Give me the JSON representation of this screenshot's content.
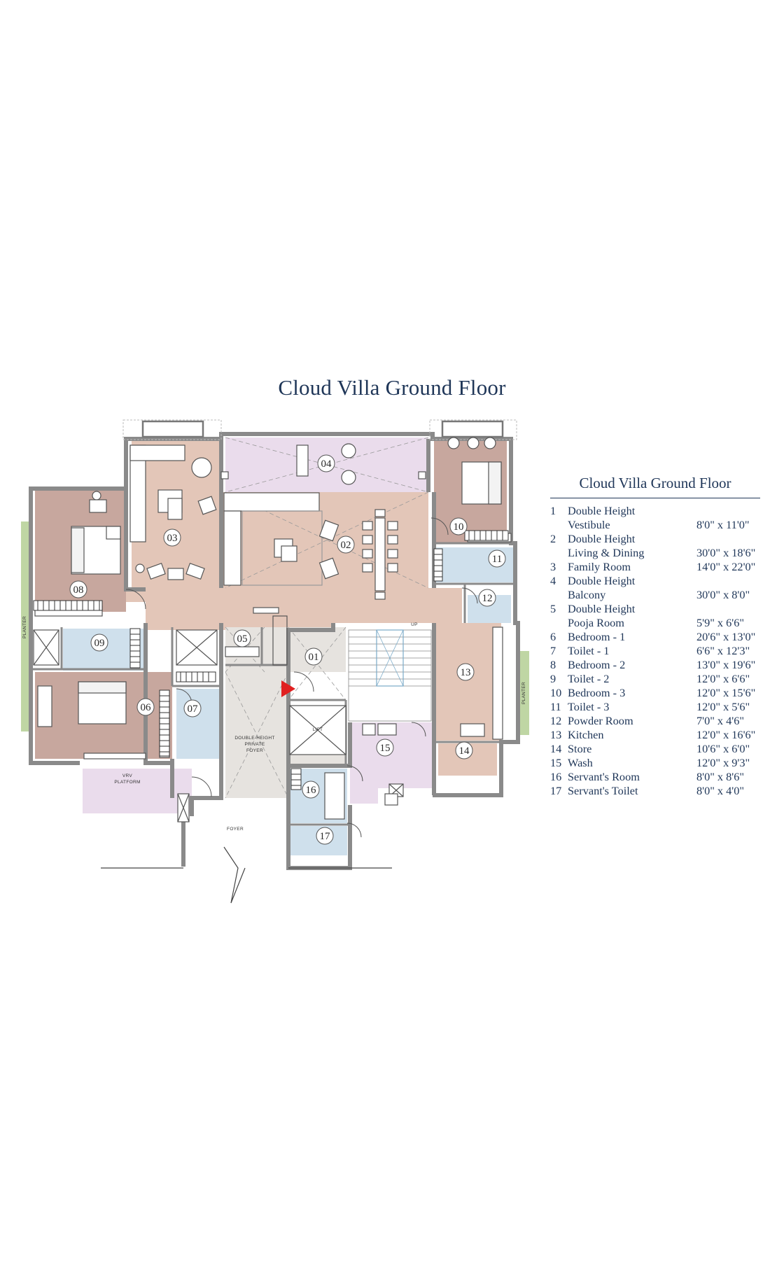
{
  "title": "Cloud Villa Ground Floor",
  "legend": {
    "heading": "Cloud Villa Ground Floor",
    "rooms": [
      {
        "num": "1",
        "line1": "Double Height",
        "line2": "Vestibule",
        "size": "8'0\" x 11'0\""
      },
      {
        "num": "2",
        "line1": "Double Height",
        "line2": "Living & Dining",
        "size": "30'0\" x 18'6\""
      },
      {
        "num": "3",
        "line1": "Family Room",
        "line2": "",
        "size": "14'0\" x 22'0\""
      },
      {
        "num": "4",
        "line1": "Double Height",
        "line2": "Balcony",
        "size": "30'0\" x 8'0\""
      },
      {
        "num": "5",
        "line1": "Double Height",
        "line2": "Pooja Room",
        "size": "5'9\" x 6'6\""
      },
      {
        "num": "6",
        "line1": "Bedroom - 1",
        "line2": "",
        "size": "20'6\" x 13'0\""
      },
      {
        "num": "7",
        "line1": "Toilet - 1",
        "line2": "",
        "size": "6'6\" x 12'3\""
      },
      {
        "num": "8",
        "line1": "Bedroom - 2",
        "line2": "",
        "size": "13'0\" x 19'6\""
      },
      {
        "num": "9",
        "line1": "Toilet - 2",
        "line2": "",
        "size": "12'0\" x 6'6\""
      },
      {
        "num": "10",
        "line1": "Bedroom - 3",
        "line2": "",
        "size": "12'0\" x 15'6\""
      },
      {
        "num": "11",
        "line1": "Toilet - 3",
        "line2": "",
        "size": "12'0\" x 5'6\""
      },
      {
        "num": "12",
        "line1": "Powder Room",
        "line2": "",
        "size": "7'0\" x 4'6\""
      },
      {
        "num": "13",
        "line1": "Kitchen",
        "line2": "",
        "size": "12'0\" x 16'6\""
      },
      {
        "num": "14",
        "line1": "Store",
        "line2": "",
        "size": "10'6\" x 6'0\""
      },
      {
        "num": "15",
        "line1": "Wash",
        "line2": "",
        "size": "12'0\" x 9'3\""
      },
      {
        "num": "16",
        "line1": "Servant's Room",
        "line2": "",
        "size": "8'0\" x 8'6\""
      },
      {
        "num": "17",
        "line1": "Servant's Toilet",
        "line2": "",
        "size": "8'0\" x 4'0\""
      }
    ]
  },
  "plan": {
    "room_tags": {
      "r01": "01",
      "r02": "02",
      "r03": "03",
      "r04": "04",
      "r05": "05",
      "r06": "06",
      "r07": "07",
      "r08": "08",
      "r09": "09",
      "r10": "10",
      "r11": "11",
      "r12": "12",
      "r13": "13",
      "r14": "14",
      "r15": "15",
      "r16": "16",
      "r17": "17"
    },
    "labels": {
      "planter_left": "PLANTER",
      "planter_right": "PLANTER",
      "lift": "LIFT",
      "foyer_dh_1": "DOUBLE-HEIGHT",
      "foyer_dh_2": "PRIVATE",
      "foyer_dh_3": "FOYER",
      "vrv_1": "VRV",
      "vrv_2": "PLATFORM",
      "foyer": "FOYER",
      "up": "UP"
    },
    "colors": {
      "pink": "#e3c6b8",
      "mauve": "#c7a79e",
      "lavender": "#eadcec",
      "blue": "#cfe0ec",
      "grey": "#e6e3df",
      "wall": "#8a8a8a",
      "planter": "#bfd6a4",
      "entry_arrow": "#e02020"
    }
  }
}
